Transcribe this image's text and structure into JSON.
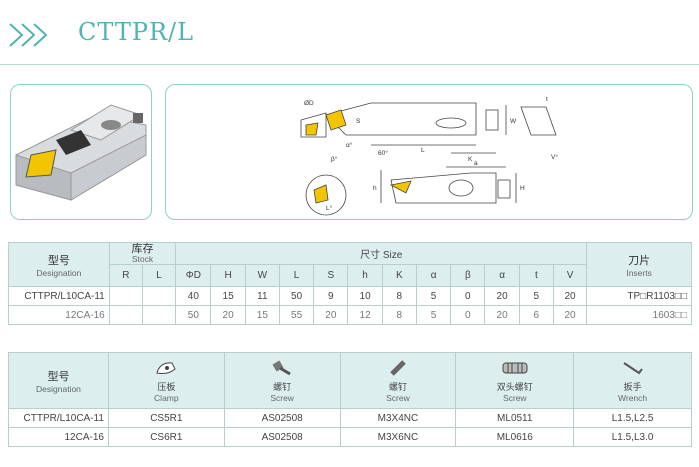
{
  "title": "CTTPR/L",
  "spec_table": {
    "designation_cn": "型号",
    "designation_en": "Designation",
    "stock_cn": "库存",
    "stock_en": "Stock",
    "stock_cols": [
      "R",
      "L"
    ],
    "size_label": "尺寸 Size",
    "size_cols": [
      "ΦD",
      "H",
      "W",
      "L",
      "S",
      "h",
      "K",
      "α",
      "β",
      "α",
      "t",
      "V"
    ],
    "inserts_cn": "刀片",
    "inserts_en": "Inserts",
    "rows": [
      {
        "designation": "CTTPR/L10CA-11",
        "r": "",
        "l": "",
        "values": [
          "40",
          "15",
          "11",
          "50",
          "9",
          "10",
          "8",
          "5",
          "0",
          "20",
          "5",
          "20"
        ],
        "insert": "TP□R1103□□"
      },
      {
        "designation": "12CA-16",
        "r": "",
        "l": "",
        "values": [
          "50",
          "20",
          "15",
          "55",
          "20",
          "12",
          "8",
          "5",
          "0",
          "20",
          "6",
          "20"
        ],
        "insert": "1603□□"
      }
    ]
  },
  "parts_table": {
    "designation_cn": "型号",
    "designation_en": "Designation",
    "cols": [
      {
        "cn": "压板",
        "en": "Clamp",
        "icon": "clamp-icon"
      },
      {
        "cn": "螺钉",
        "en": "Screw",
        "icon": "screw-icon"
      },
      {
        "cn": "螺钉",
        "en": "Screw",
        "icon": "set-screw-icon"
      },
      {
        "cn": "双头螺钉",
        "en": "Screw",
        "icon": "double-screw-icon"
      },
      {
        "cn": "扳手",
        "en": "Wrench",
        "icon": "wrench-icon"
      }
    ],
    "rows": [
      {
        "designation": "CTTPR/L10CA-11",
        "cells": [
          "CS5R1",
          "AS02508",
          "M3X4NC",
          "ML0511",
          "L1.5,L2.5"
        ]
      },
      {
        "designation": "12CA-16",
        "cells": [
          "CS6R1",
          "AS02508",
          "M3X6NC",
          "ML0616",
          "L1.5,L3.0"
        ]
      }
    ]
  },
  "diagram_labels": {
    "d": "ØD",
    "s": "S",
    "w": "W",
    "k": "K",
    "l": "L",
    "a": "a",
    "h": "h",
    "H": "H",
    "t": "t",
    "v": "V°",
    "ang60": "60°",
    "alpha": "α°",
    "beta": "β°",
    "l1": "L°"
  },
  "colors": {
    "accent": "#4fb4b0",
    "header_bg": "#dcefee",
    "border": "#8ecfcc",
    "insert_yellow": "#f3c400"
  }
}
